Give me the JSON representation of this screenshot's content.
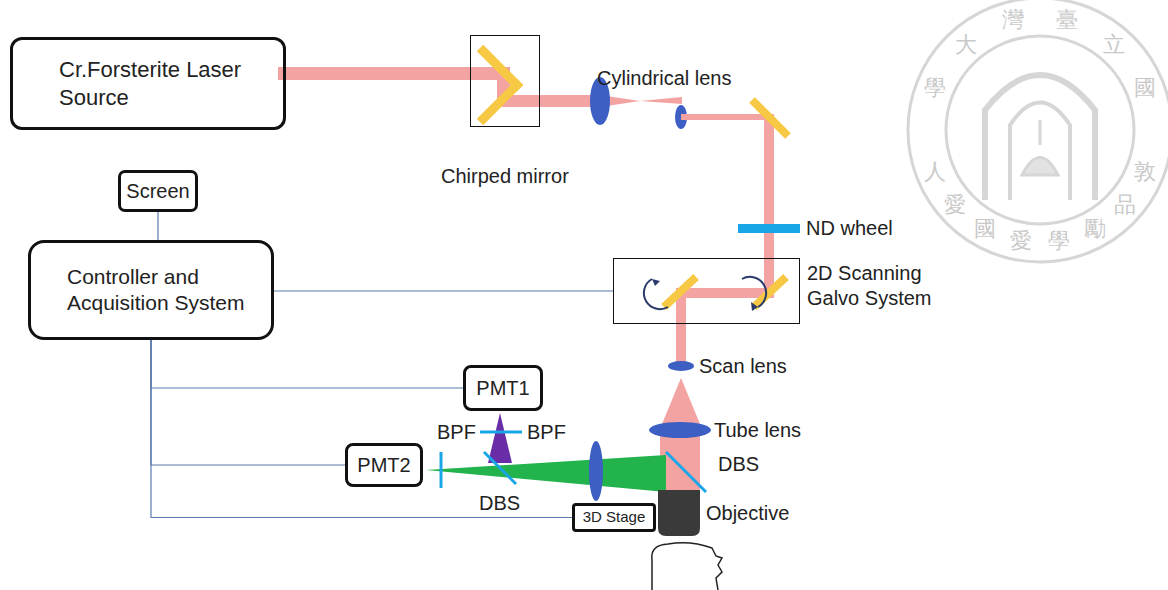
{
  "diagram": {
    "nodes": [
      {
        "text": [
          "Cr.Forsterite Laser Source"
        ]
      },
      {
        "text": [
          "Chirped mirror"
        ]
      },
      {
        "text": [
          "Screen"
        ]
      },
      {
        "text": [
          "Controller and Acquisition System"
        ]
      },
      {
        "text": [
          "2D Scanning Galvo System"
        ]
      },
      {
        "text": [
          "PMT1"
        ]
      },
      {
        "text": [
          "PMT2"
        ]
      },
      {
        "text": [
          "3D Stage"
        ]
      }
    ],
    "edges": [
      {
        "from": 2,
        "to": 3,
        "arrow": "none"
      },
      {
        "from": 3,
        "to": 4,
        "arrow": "none"
      },
      {
        "from": 3,
        "to": 5,
        "arrow": "none"
      },
      {
        "from": 3,
        "to": 6,
        "arrow": "none"
      },
      {
        "from": 3,
        "to": 7,
        "arrow": "none"
      }
    ],
    "labels": [
      "Cylindrical lens",
      "ND wheel",
      "Scan lens",
      "Tube lens",
      "DBS",
      "DBS",
      "BPF",
      "BPF",
      "Objective",
      "國立臺灣大學",
      "敦品勵學愛國愛人"
    ]
  }
}
